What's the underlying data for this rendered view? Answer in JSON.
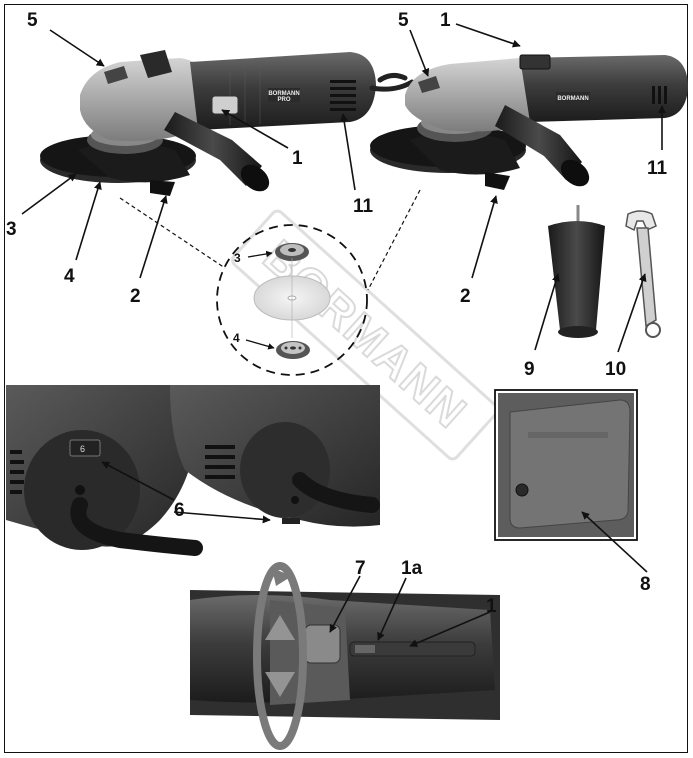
{
  "brand": {
    "name": "BORMANN",
    "line": "PRO"
  },
  "watermark": "BORMANN",
  "dial_setting": "6",
  "callouts": {
    "c1": "1",
    "c1a": "1a",
    "c2": "2",
    "c3": "3",
    "c4": "4",
    "c5": "5",
    "c6": "6",
    "c7": "7",
    "c8": "8",
    "c9": "9",
    "c10": "10",
    "c11": "11"
  },
  "colors": {
    "body_dark": "#3a3a3a",
    "gear_head": "#9a9a9a",
    "guard": "#1e1e1e",
    "line": "#111111"
  }
}
